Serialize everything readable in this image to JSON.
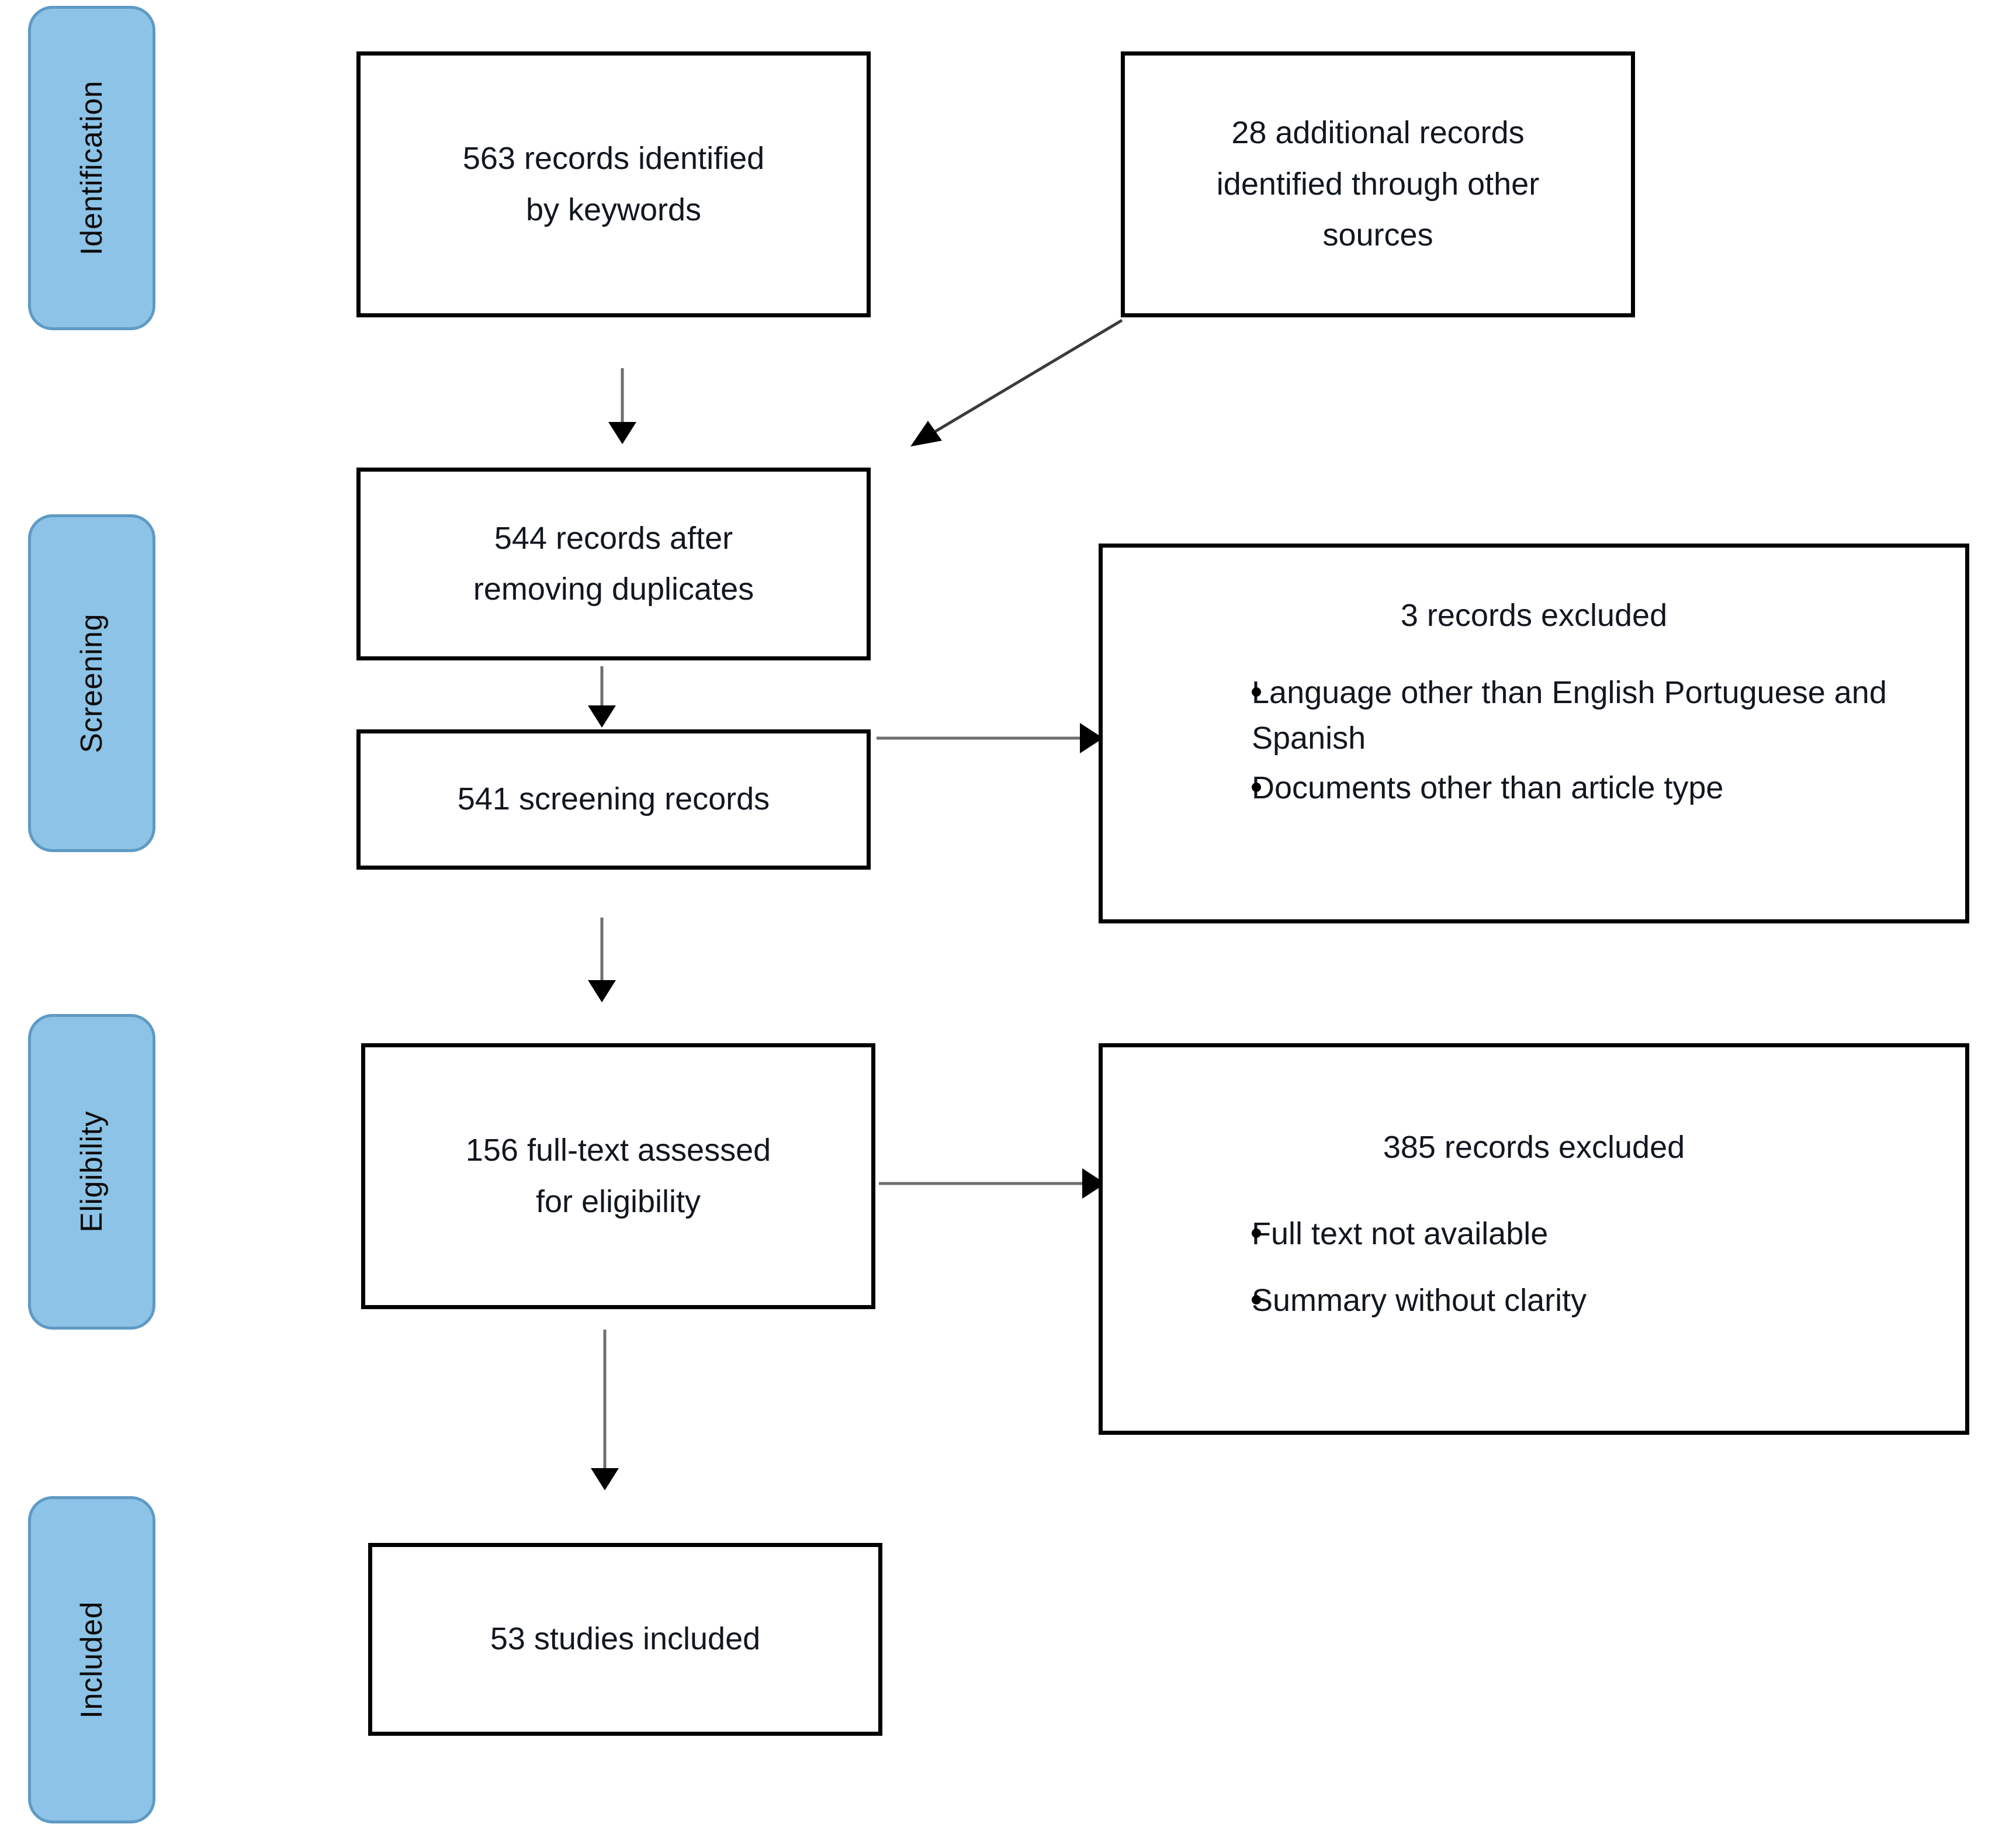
{
  "diagram": {
    "type": "prisma-flow-diagram",
    "accent_color": "#8CC3E6",
    "accent_border_color": "#5E9AC4",
    "box_border_color": "#000000",
    "text_color": "#11161f"
  },
  "stages": [
    {
      "id": "identification",
      "label": "Identification"
    },
    {
      "id": "screening",
      "label": "Screening"
    },
    {
      "id": "eligibility",
      "label": "Eligibility"
    },
    {
      "id": "included",
      "label": "Included"
    }
  ],
  "boxes": {
    "records_identified": {
      "line1": "563 records identified",
      "line2": "by keywords"
    },
    "additional_records": {
      "line1": "28 additional records",
      "line2": "identified through other",
      "line3": "sources"
    },
    "after_duplicates": {
      "line1": "544 records after",
      "line2": "removing duplicates"
    },
    "screening_records": {
      "line1": "541 screening records"
    },
    "full_text_assessed": {
      "line1": "156 full-text assessed",
      "line2": "for eligibility"
    },
    "studies_included": {
      "line1": "53 studies included"
    }
  },
  "excluded_boxes": {
    "screening_excluded": {
      "title": "3 records excluded",
      "reasons": [
        "Language other than English Portuguese and Spanish",
        "Documents other than article type"
      ]
    },
    "eligibility_excluded": {
      "title": "385 records excluded",
      "reasons": [
        "Full text not available",
        "Summary without clarity"
      ]
    }
  },
  "flow_data": {
    "identified_by_keywords": 563,
    "additional_from_other_sources": 28,
    "after_removing_duplicates": 544,
    "screened": 541,
    "excluded_at_screening": 3,
    "full_text_assessed": 156,
    "excluded_at_eligibility": 385,
    "studies_included": 53
  }
}
